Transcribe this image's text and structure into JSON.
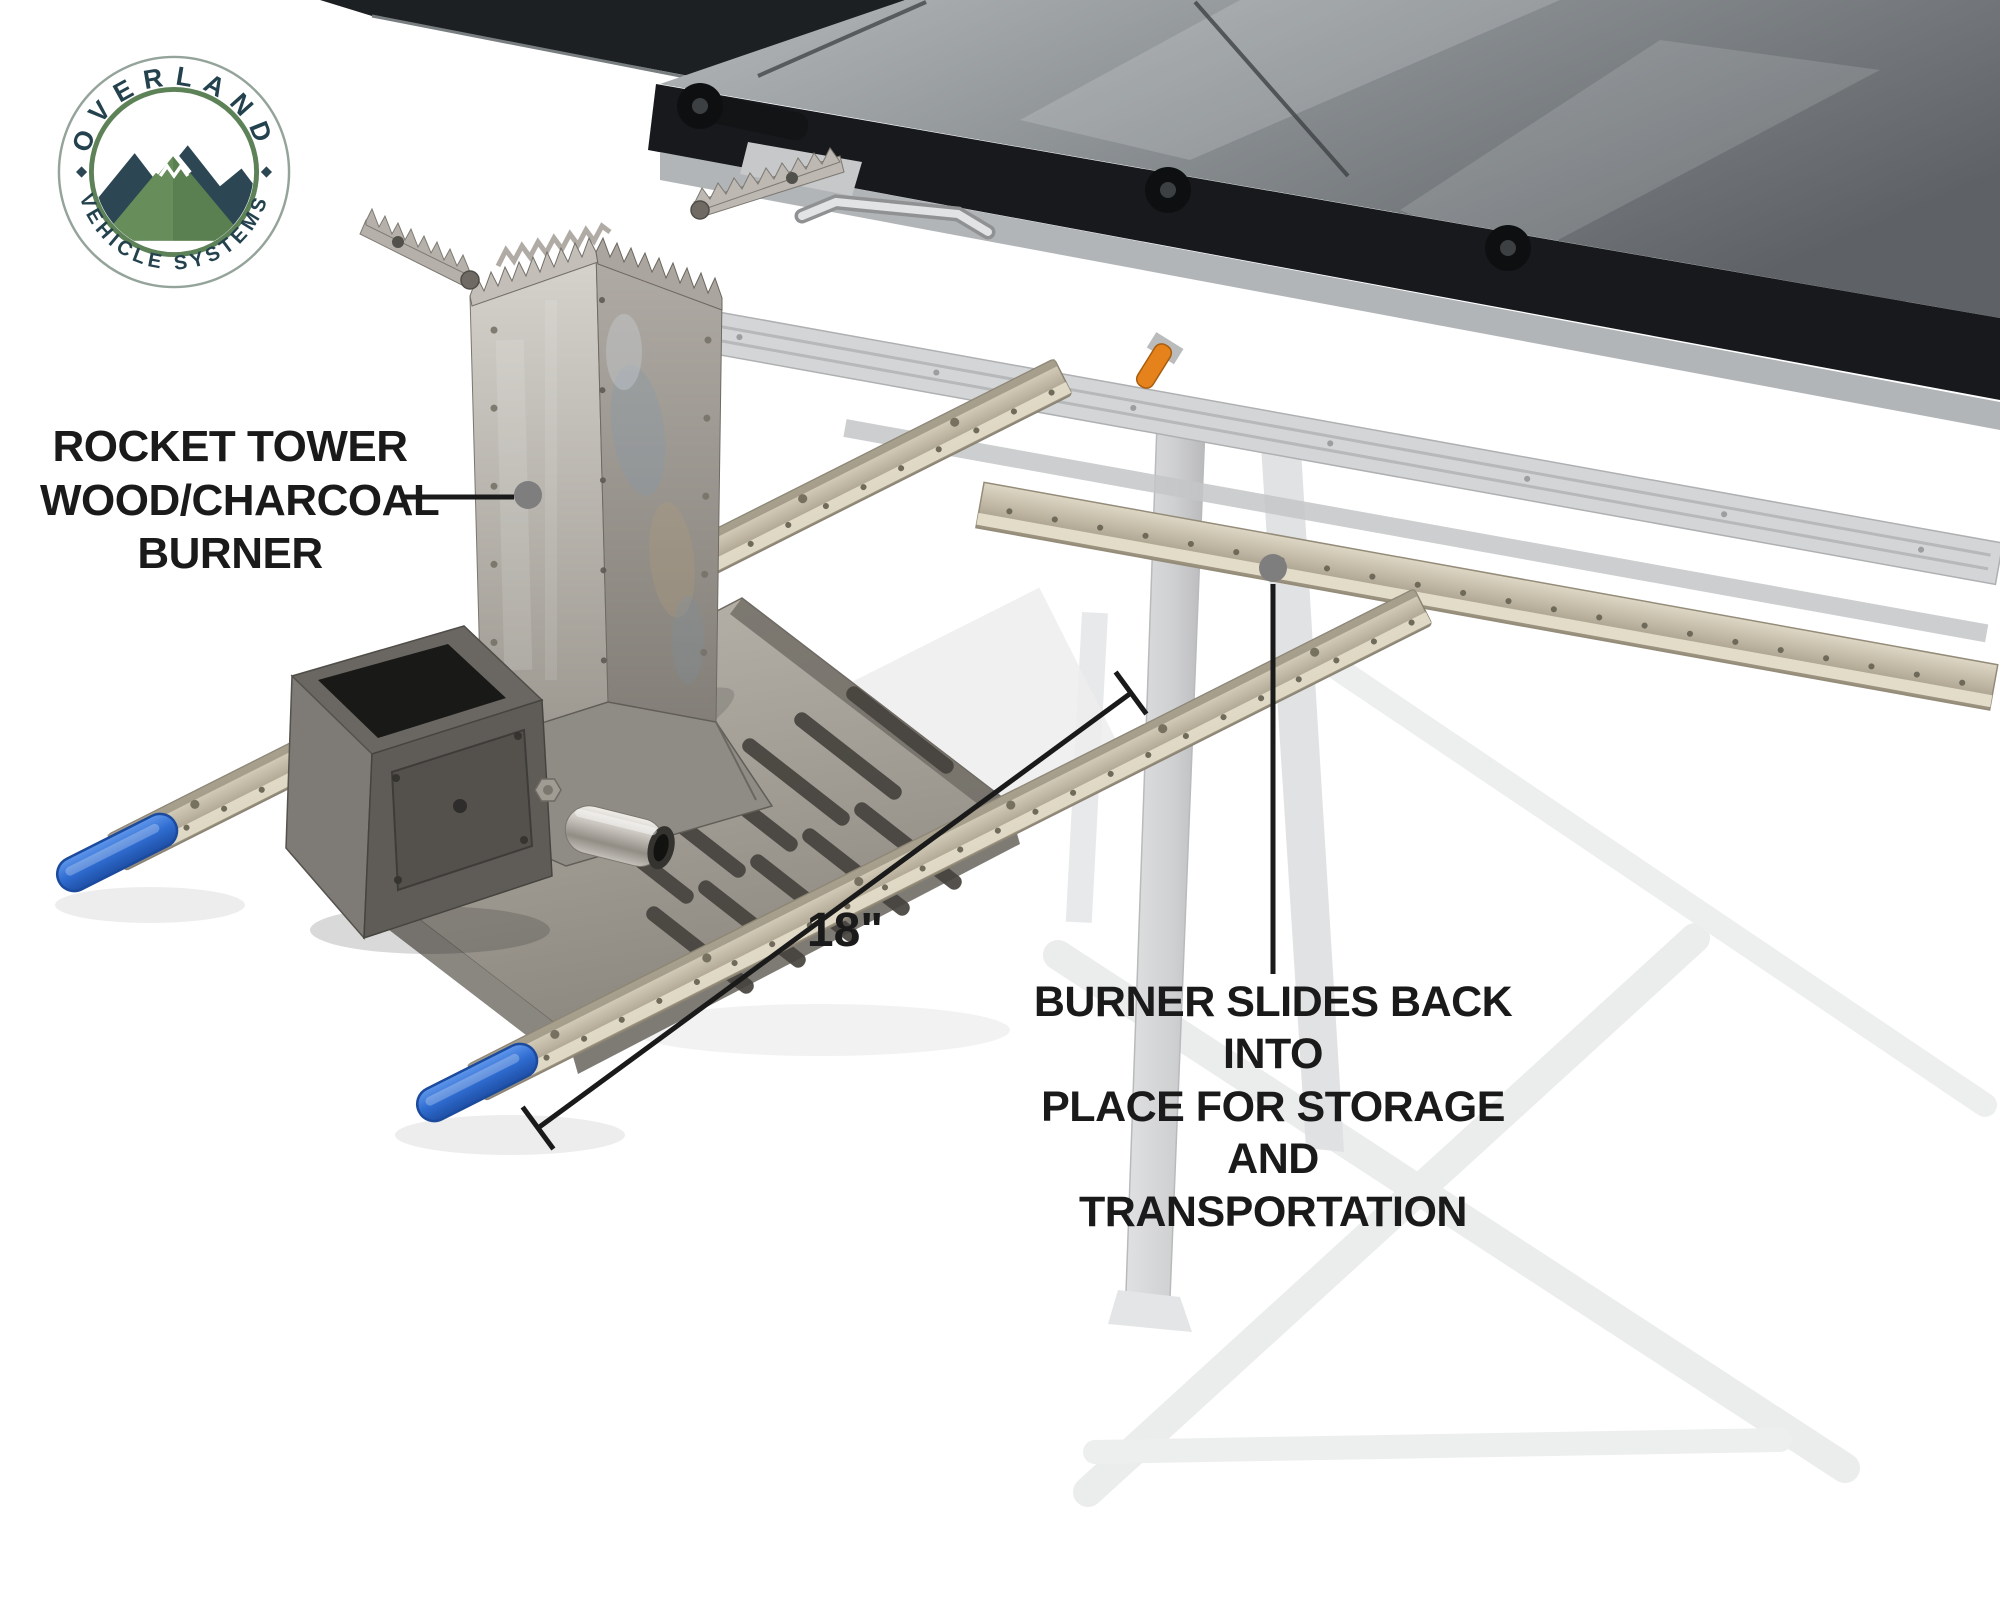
{
  "logo": {
    "top_text": "OVERLAND",
    "bottom_text": "VEHICLE SYSTEMS"
  },
  "labels": {
    "burner": {
      "line1": "ROCKET TOWER",
      "line2": "WOOD/CHARCOAL",
      "line3": "BURNER"
    },
    "storage": {
      "line1": "BURNER SLIDES BACK INTO",
      "line2": "PLACE FOR STORAGE AND",
      "line3": "TRANSPORTATION"
    },
    "dimension": "18\""
  },
  "colors": {
    "text": "#1a1a1a",
    "callout_dot": "#7e7e7e",
    "handle_blue": "#2f6cd0",
    "logo_green": "#5d8257",
    "logo_navy": "#2c4654",
    "table_dark": "#17191c"
  }
}
